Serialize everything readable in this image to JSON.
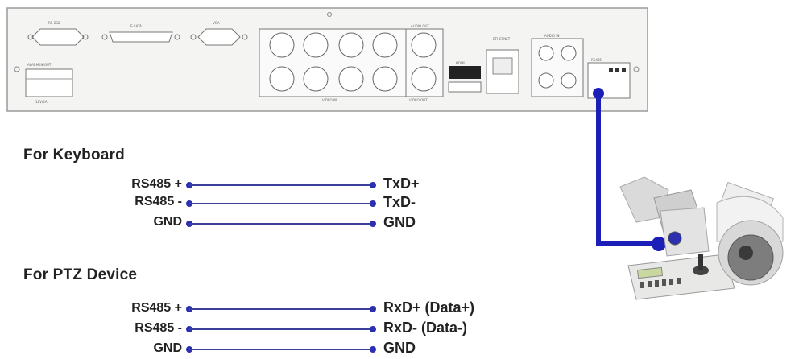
{
  "panel_labels": {
    "rs232": "RS-232",
    "ext_io": "E-SATA",
    "vga": "VGA",
    "audio_out": "AUDIO OUT",
    "video_in": "VIDEO IN",
    "video_out": "VIDEO OUT",
    "hdmi": "HDMI",
    "network": "ETHERNET",
    "audio_in": "AUDIO IN",
    "rs485": "RS485",
    "alarm": "ALARM IN/OUT",
    "power": "12V/5A"
  },
  "keyboard": {
    "heading": "For Keyboard",
    "rows": [
      {
        "left": "RS485 +",
        "right": "TxD+"
      },
      {
        "left": "RS485 -",
        "right": "TxD-"
      },
      {
        "left": "GND",
        "right": "GND"
      }
    ]
  },
  "ptz": {
    "heading": "For PTZ Device",
    "rows": [
      {
        "left": "RS485 +",
        "right": "RxD+ (Data+)"
      },
      {
        "left": "RS485 -",
        "right": "RxD- (Data-)"
      },
      {
        "left": "GND",
        "right": "GND"
      }
    ]
  },
  "colors": {
    "cable": "#1b1fb8",
    "wire": "#3b3f9a",
    "dot": "#2b2fb0",
    "panel": "#f4f4f2",
    "panel_border": "#9a9a9a"
  },
  "icons": {
    "ptz_camera": "ptz-dome-camera-icon",
    "keyboard_controller": "ptz-keyboard-controller-icon"
  }
}
